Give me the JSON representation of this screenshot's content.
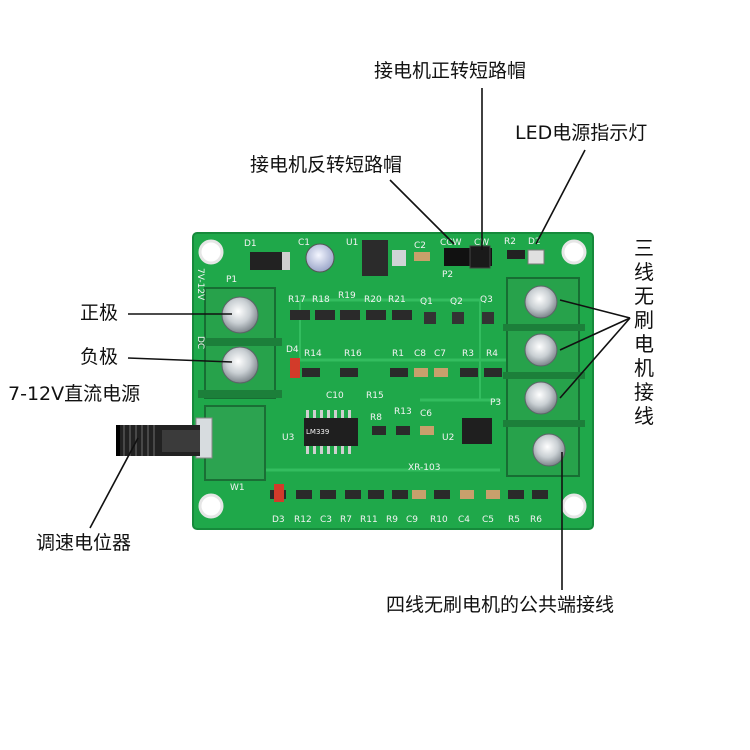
{
  "labels": {
    "jumper_forward": "接电机正转短路帽",
    "led_power": "LED电源指示灯",
    "jumper_reverse": "接电机反转短路帽",
    "positive": "正极",
    "negative": "负极",
    "power_supply": "7-12V直流电源",
    "potentiometer": "调速电位器",
    "three_wire": "三线无刷电机接线",
    "common_wire": "四线无刷电机的公共端接线"
  },
  "board": {
    "model": "XR-103",
    "ccw": "CCW",
    "cw": "CW",
    "voltage": "7V-12V",
    "dc": "DC",
    "ic": "LM339",
    "refs": {
      "D1": "D1",
      "C1": "C1",
      "U1": "U1",
      "C2": "C2",
      "P2": "P2",
      "R2": "R2",
      "D2": "D2",
      "P1": "P1",
      "R17": "R17",
      "R18": "R18",
      "R19": "R19",
      "R20": "R20",
      "R21": "R21",
      "Q1": "Q1",
      "Q2": "Q2",
      "Q3": "Q3",
      "D4": "D4",
      "R14": "R14",
      "R16": "R16",
      "R1": "R1",
      "C8": "C8",
      "C7": "C7",
      "R3": "R3",
      "R4": "R4",
      "C10": "C10",
      "R15": "R15",
      "R8": "R8",
      "R13": "R13",
      "C6": "C6",
      "U3": "U3",
      "U2": "U2",
      "W1": "W1",
      "P3": "P3",
      "D3": "D3",
      "R12": "R12",
      "C3": "C3",
      "R7": "R7",
      "R11": "R11",
      "R9": "R9",
      "C9": "C9",
      "R10": "R10",
      "C4": "C4",
      "C5": "C5",
      "R5": "R5",
      "R6": "R6"
    }
  },
  "colors": {
    "pcb": "#1fa84a",
    "pcb_dark": "#178a3b",
    "terminal": "#2aa84f",
    "silk": "#f3f3f3"
  }
}
